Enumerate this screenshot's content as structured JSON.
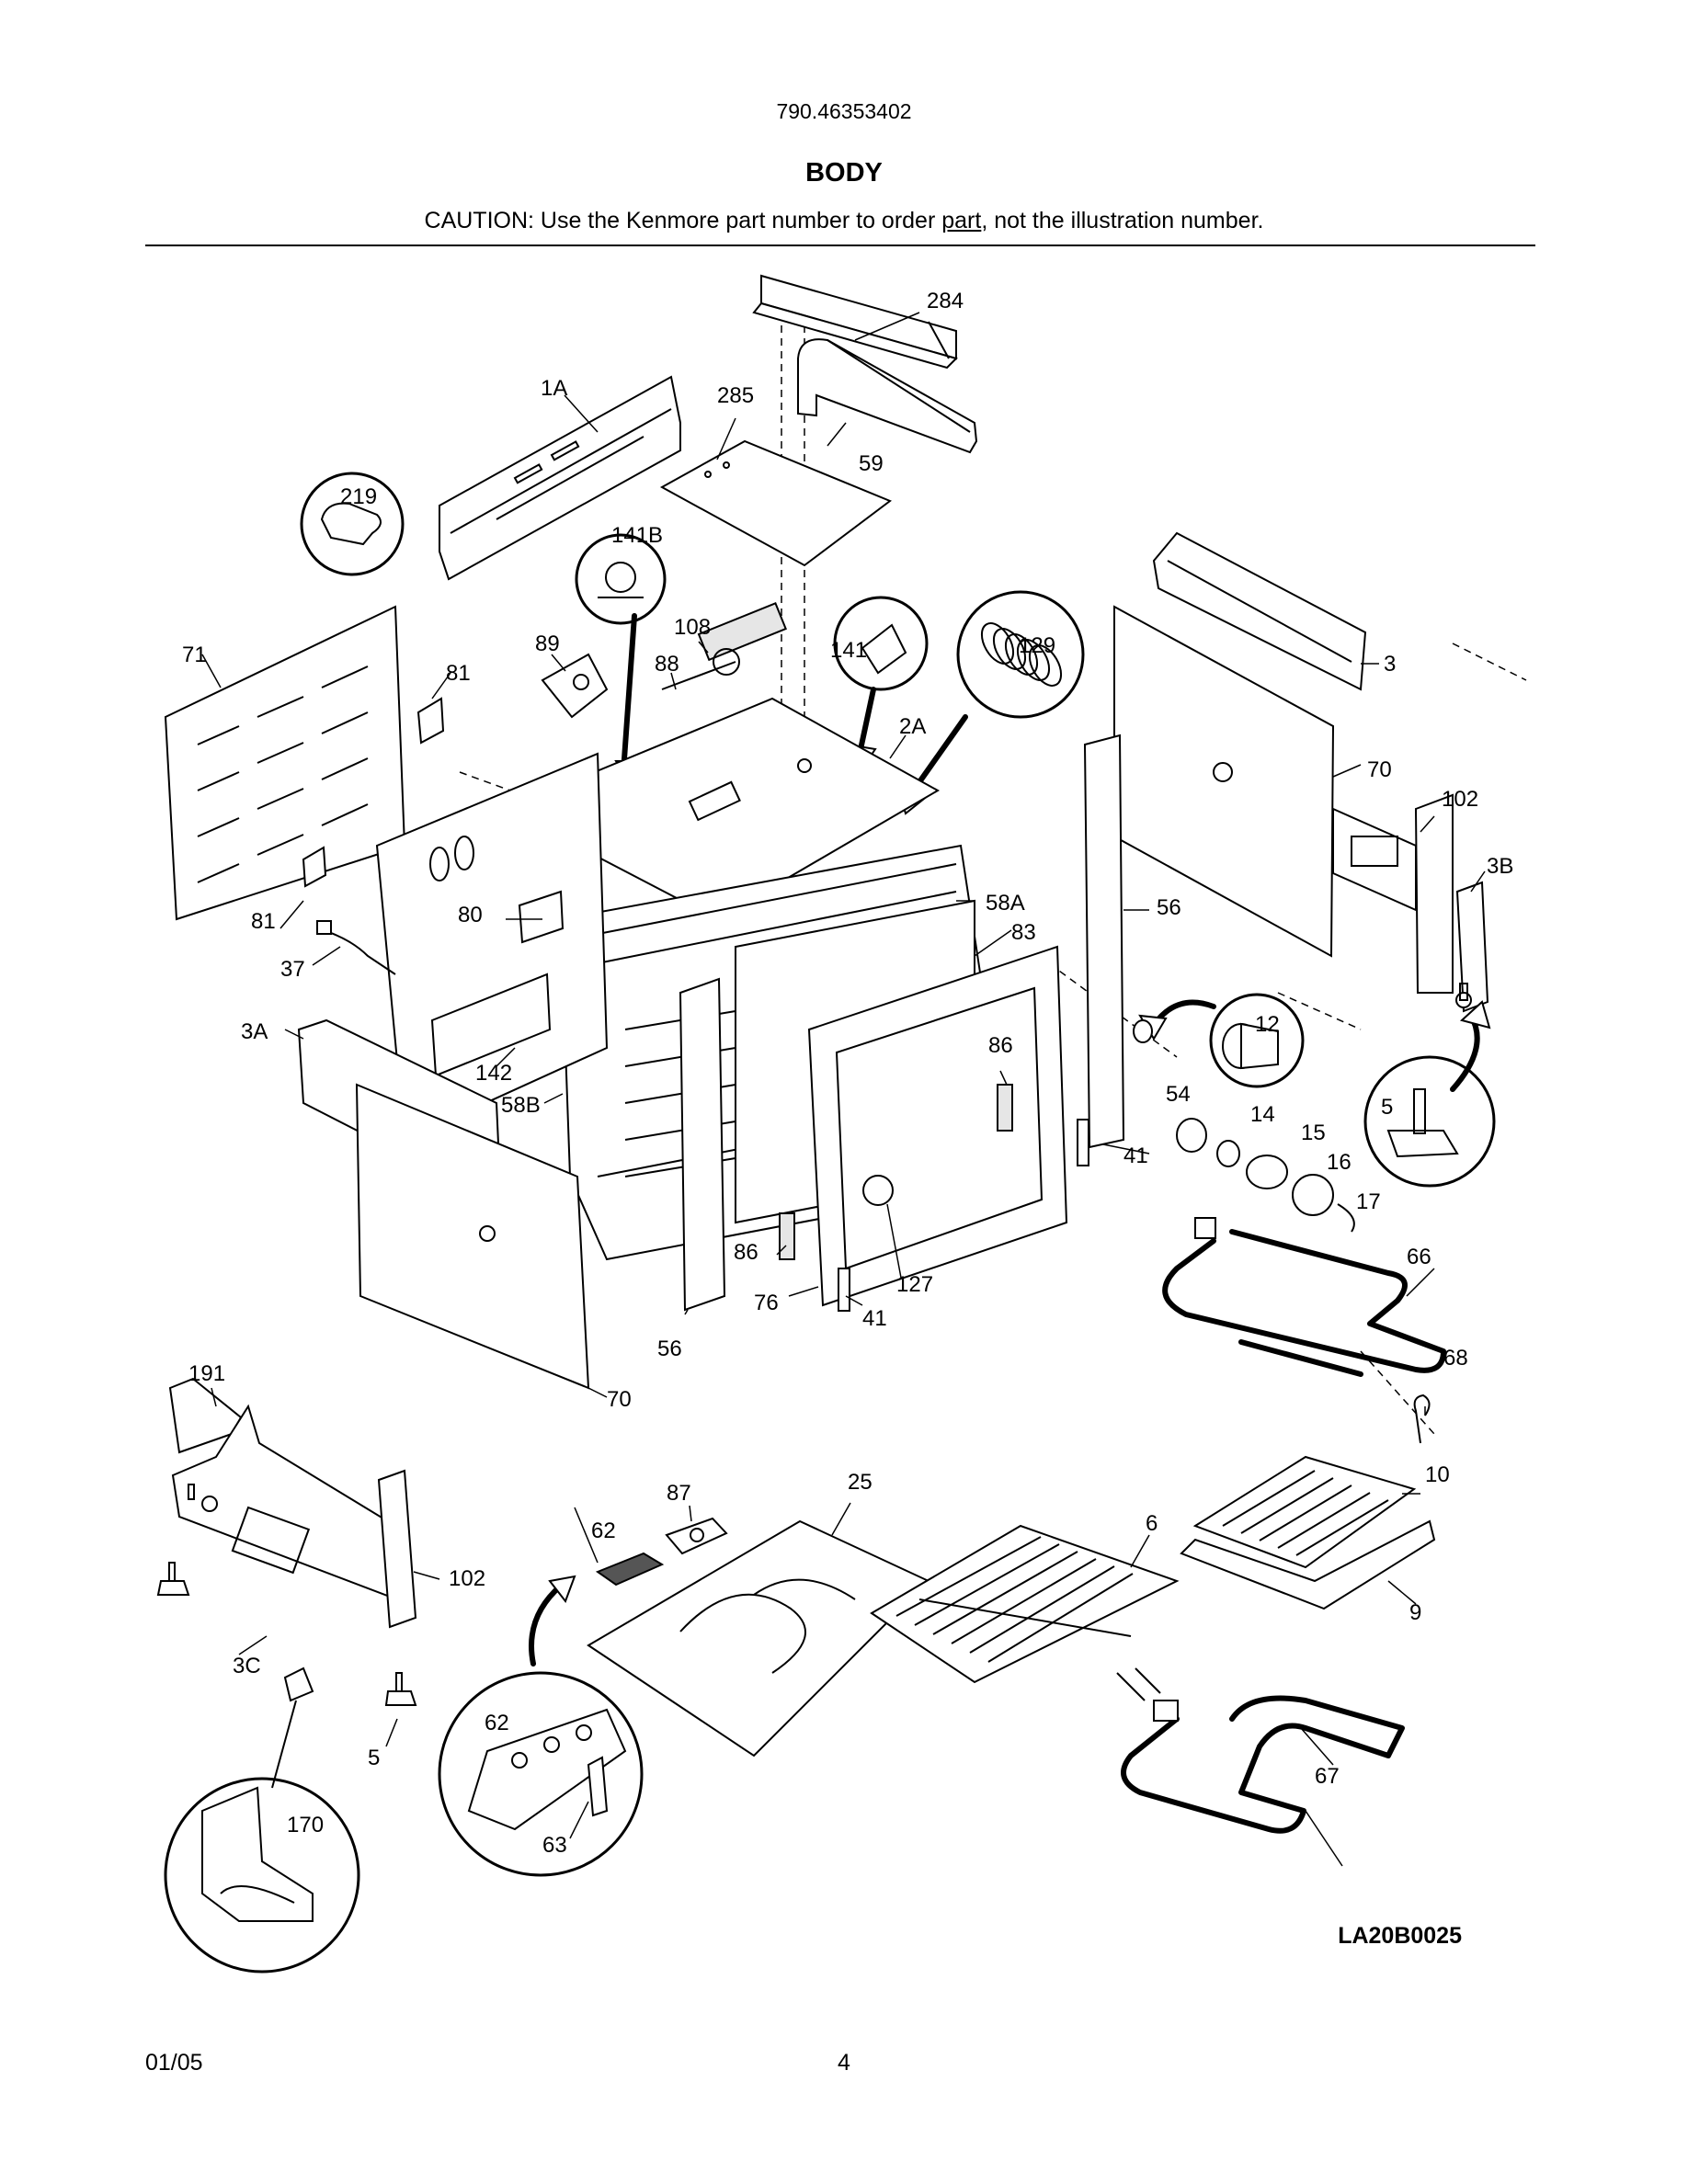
{
  "header": {
    "model_number": "790.46353402",
    "title": "BODY",
    "caution_before": "CAUTION: Use the Kenmore part number to order ",
    "caution_underlined": "part",
    "caution_after": ", not the illustration number."
  },
  "diagram": {
    "code": "LA20B0025",
    "labels": {
      "l284": "284",
      "l285": "285",
      "l59": "59",
      "l1A": "1A",
      "l219": "219",
      "l141B": "141B",
      "l71": "71",
      "l81a": "81",
      "l89": "89",
      "l108": "108",
      "l88": "88",
      "l141": "141",
      "l129": "129",
      "l2A": "2A",
      "l3": "3",
      "l70a": "70",
      "l102a": "102",
      "l3B": "3B",
      "l81b": "81",
      "l80": "80",
      "l37": "37",
      "l58A": "58A",
      "l83": "83",
      "l56a": "56",
      "l12": "12",
      "l3A": "3A",
      "l142": "142",
      "l58B": "58B",
      "l86a": "86",
      "l5a": "5",
      "l54": "54",
      "l14": "14",
      "l15": "15",
      "l16": "16",
      "l41a": "41",
      "l17": "17",
      "l66": "66",
      "l86b": "86",
      "l127": "127",
      "l76": "76",
      "l41b": "41",
      "l56b": "56",
      "l70b": "70",
      "l68": "68",
      "l191": "191",
      "l87": "87",
      "l25": "25",
      "l10": "10",
      "l62a": "62",
      "l6": "6",
      "l102b": "102",
      "l9": "9",
      "l3C": "3C",
      "l62b": "62",
      "l5b": "5",
      "l67": "67",
      "l170": "170",
      "l63": "63"
    }
  },
  "footer": {
    "date": "01/05",
    "page_number": "4"
  }
}
